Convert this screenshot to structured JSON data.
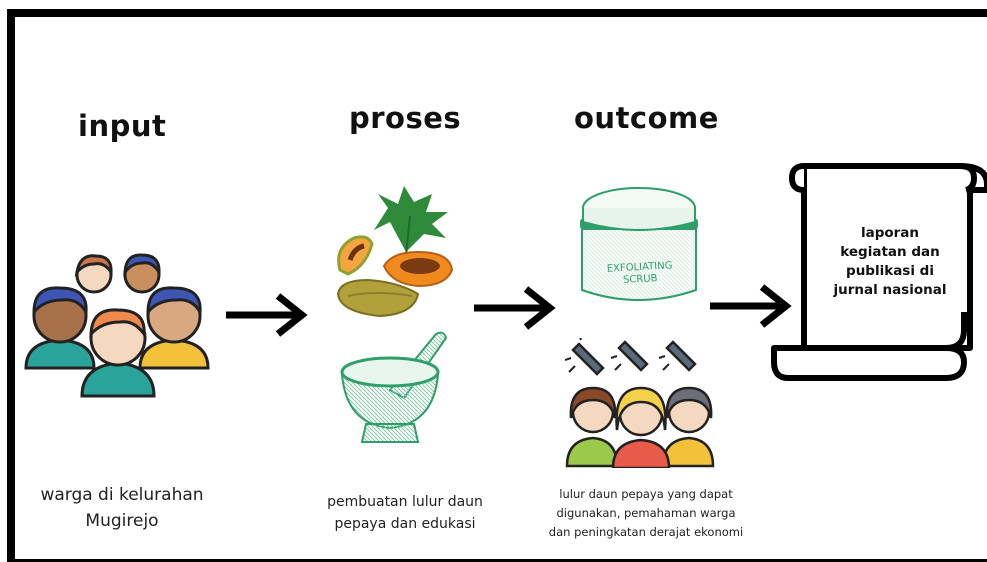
{
  "stages": {
    "input": {
      "heading": "input",
      "caption_lines": [
        "warga di kelurahan",
        "Mugirejo"
      ]
    },
    "process": {
      "heading": "proses",
      "caption_lines": [
        "pembuatan lulur daun",
        "pepaya dan edukasi"
      ]
    },
    "outcome": {
      "heading": "outcome",
      "jar_label_lines": [
        "EXFOLIATING",
        "SCRUB"
      ],
      "caption_lines": [
        "lulur daun pepaya yang dapat",
        "digunakan, pemahaman warga",
        "dan peningkatan derajat ekonomi"
      ]
    },
    "output": {
      "document_lines": [
        "laporan",
        "kegiatan dan",
        "publikasi di",
        "jurnal nasional"
      ]
    }
  },
  "icons": [
    "people-group-icon",
    "arrow-right-icon",
    "papaya-icon",
    "mortar-pestle-icon",
    "scrub-jar-icon",
    "idea-people-icon",
    "scroll-document-icon"
  ],
  "colors": {
    "frame": "#000000",
    "jar_green": "#2e9e6a",
    "papaya_orange": "#f08a1c",
    "leaf_green": "#2f8a3a",
    "skin": "#f4d9c0",
    "teal_shirt": "#2aa39a",
    "yellow_shirt": "#f3c23a"
  }
}
